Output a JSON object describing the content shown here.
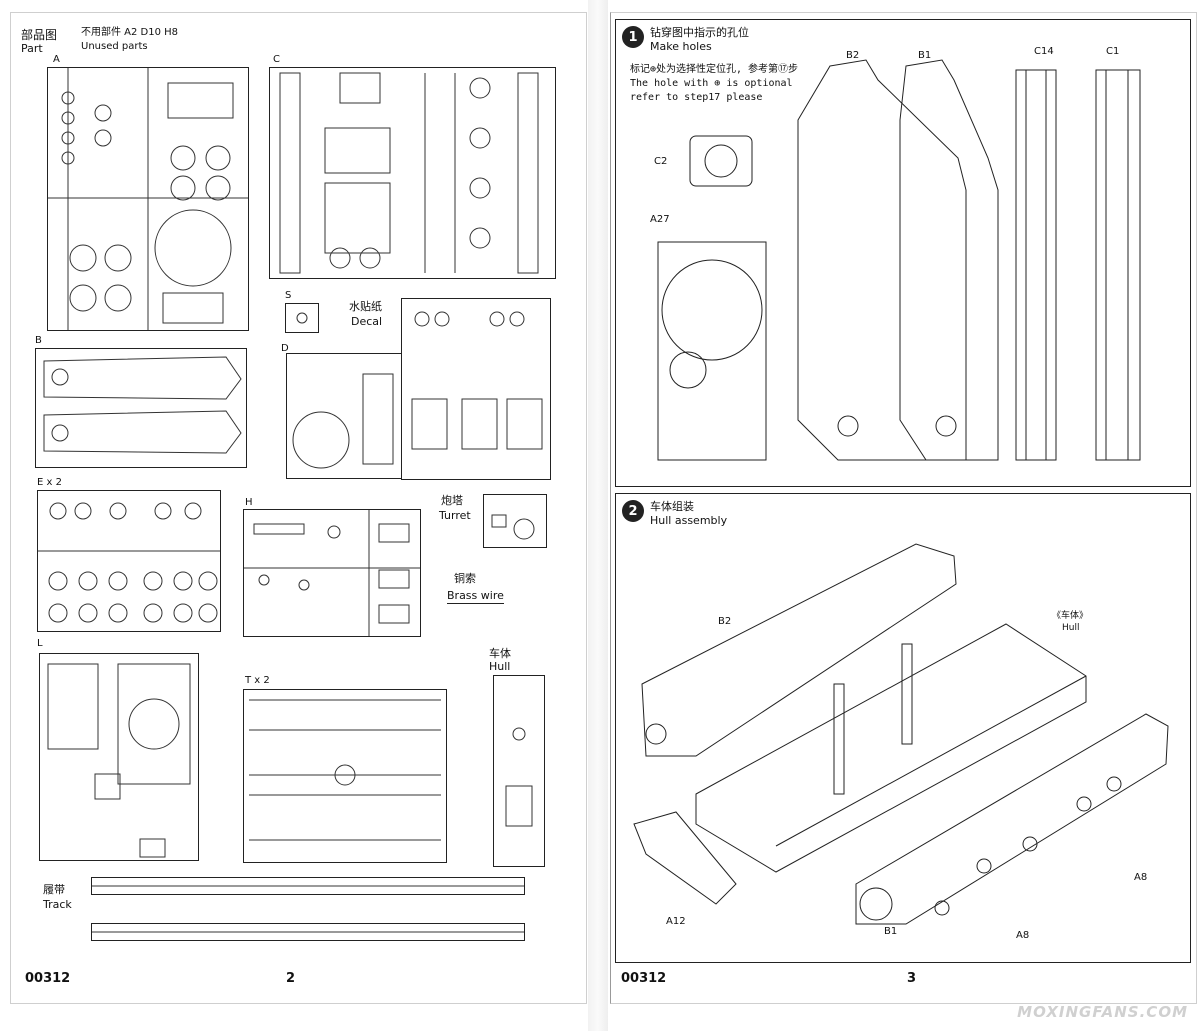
{
  "left_page": {
    "header": {
      "cn": "部品图",
      "en": "Part",
      "unused_label": "不用部件  A2  D10  H8",
      "unused_en": "Unused parts"
    },
    "sprues": {
      "A": "A",
      "B": "B",
      "C": "C",
      "D": "D",
      "E": "E x 2",
      "H": "H",
      "L": "L",
      "S": "S",
      "T": "T x 2"
    },
    "decal": {
      "cn": "水贴纸",
      "en": "Decal"
    },
    "turret": {
      "cn": "炮塔",
      "en": "Turret"
    },
    "brass": {
      "cn": "铜索",
      "en": "Brass wire"
    },
    "hull": {
      "cn": "车体",
      "en": "Hull"
    },
    "track": {
      "cn": "履带",
      "en": "Track"
    },
    "footer": {
      "code": "00312",
      "page": "2"
    }
  },
  "right_page": {
    "step1": {
      "num": "1",
      "title_cn": "钻穿图中指示的孔位",
      "title_en": "Make holes",
      "note_cn": "标记⊕处为选择性定位孔, 参考第⑰步",
      "note_en_1": "The hole with ⊕ is optional",
      "note_en_2": "refer to step17 please",
      "parts": {
        "b2": "B2",
        "b1": "B1",
        "c14": "C14",
        "c1": "C1",
        "c2": "C2",
        "a27": "A27"
      }
    },
    "step2": {
      "num": "2",
      "title_cn": "车体组装",
      "title_en": "Hull assembly",
      "parts": {
        "b2": "B2",
        "hull_cn": "《车体》",
        "hull_en": "Hull",
        "a8a": "A8",
        "a8b": "A8",
        "a12": "A12",
        "b1": "B1"
      }
    },
    "footer": {
      "code": "00312",
      "page": "3"
    },
    "watermark": "MOXINGFANS.COM"
  }
}
